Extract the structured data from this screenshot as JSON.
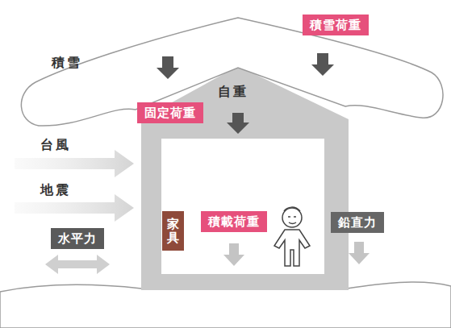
{
  "diagram": {
    "nodes": [
      {
        "text": [
          "積雪荷重"
        ]
      },
      {
        "text": [
          "固定荷重"
        ]
      },
      {
        "text": [
          "水平力"
        ]
      },
      {
        "text": [
          "家具"
        ]
      },
      {
        "text": [
          "積載荷重"
        ]
      },
      {
        "text": [
          "鉛直力"
        ]
      }
    ],
    "labels": [
      "積雪",
      "自重",
      "台風",
      "地震"
    ]
  }
}
